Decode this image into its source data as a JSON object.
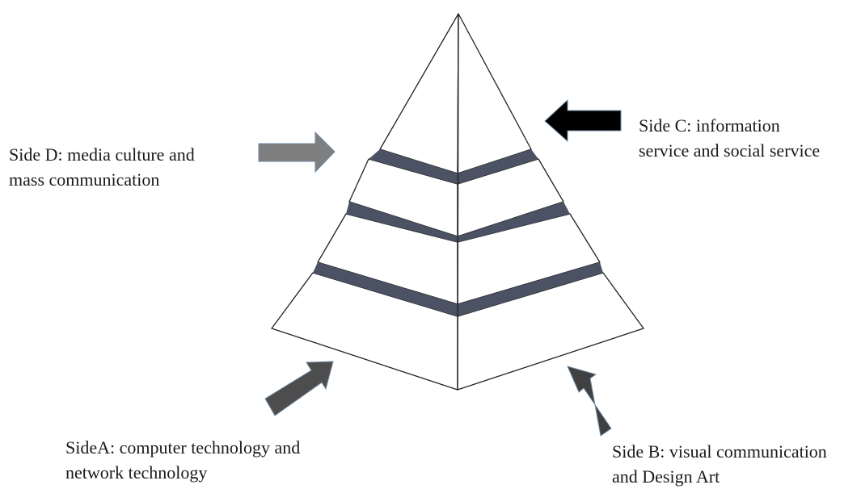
{
  "labels": {
    "side_d": {
      "line1": "Side D: media culture and",
      "line2": "mass communication"
    },
    "side_c": {
      "line1": "Side C: information",
      "line2": "service and social service"
    },
    "side_a": {
      "line1": "SideA: computer technology and",
      "line2": "network technology"
    },
    "side_b": {
      "line1": "Side B: visual communication",
      "line2": "and Design Art"
    }
  },
  "colors": {
    "band": "#4a5263",
    "outline": "#222222",
    "arrow_side_d": "#7f7f7f",
    "arrow_side_c": "#000000",
    "arrow_side_a": "#4d4d4d",
    "arrow_side_b": "#404040"
  }
}
